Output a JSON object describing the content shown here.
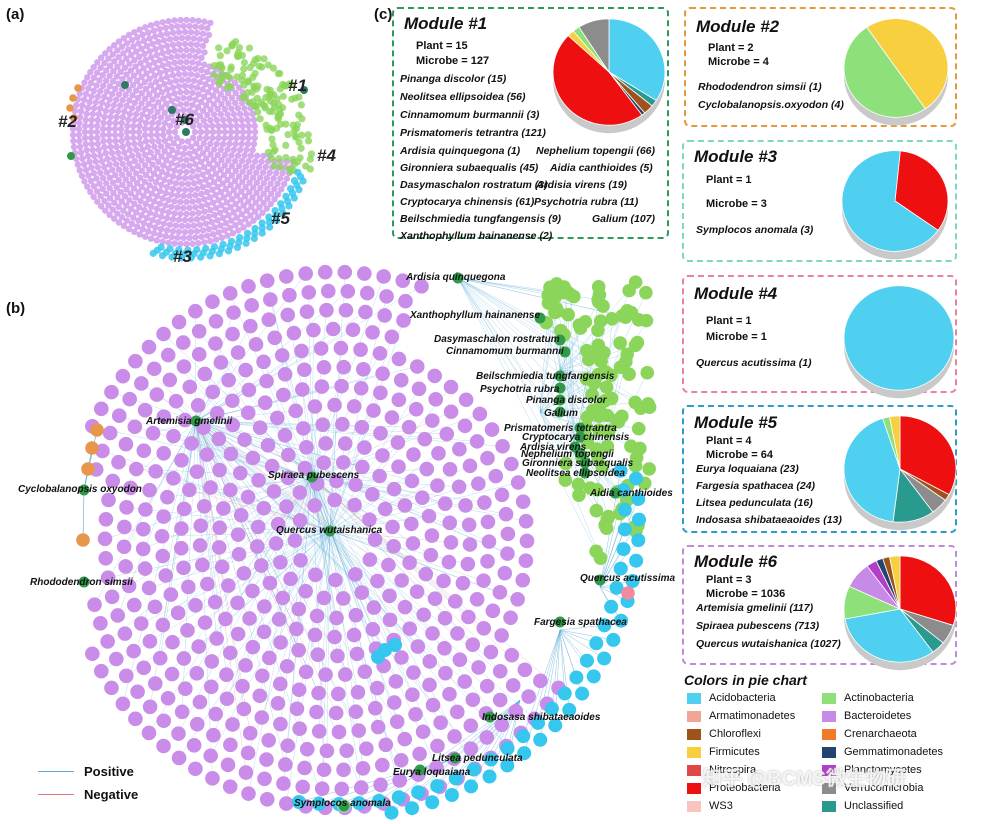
{
  "panels": {
    "a": "(a)",
    "b": "(b)",
    "c": "(c)"
  },
  "panel_a_labels": [
    {
      "key": "m1",
      "text": "#1"
    },
    {
      "key": "m2",
      "text": "#2"
    },
    {
      "key": "m3",
      "text": "#3"
    },
    {
      "key": "m4",
      "text": "#4"
    },
    {
      "key": "m5",
      "text": "#5"
    },
    {
      "key": "m6",
      "text": "#6"
    }
  ],
  "network_labels": [
    "Ardisia quinquegona",
    "Xanthophyllum hainanense",
    "Dasymaschalon rostratum",
    "Cinnamomum burmannii",
    "Beilschmiedia tungfangensis",
    "Psychotria rubra",
    "Pinanga discolor",
    "Galium",
    "Prismatomeris tetrantra",
    "Cryptocarya chinensis",
    "Ardisia virens",
    "Nephelium topengii",
    "Gironniera subaequalis",
    "Neolitsea ellipsoidea",
    "Aidia canthioides",
    "Artemisia gmelinii",
    "Spiraea pubescens",
    "Quercus wutaishanica",
    "Cyclobalanopsis oxyodon",
    "Rhododendron simsii",
    "Quercus acutissima",
    "Fargesia spathacea",
    "Indosasa shibataeaoides",
    "Litsea pedunculata",
    "Eurya loquaiana",
    "Symplocos anomala"
  ],
  "edge_legend": {
    "positive": "Positive",
    "negative": "Negative",
    "positive_color": "#5aa9d6",
    "negative_color": "#e07a7a"
  },
  "modules": [
    {
      "title": "Module #1",
      "border": "#2e9a5a",
      "plant": "Plant = 15",
      "microbe": "Microbe = 127",
      "species": [
        "Pinanga discolor (15)",
        "Neolitsea ellipsoidea (56)",
        "Cinnamomum burmannii (3)",
        "Prismatomeris tetrantra (121)",
        "Ardisia quinquegona (1)",
        "Nephelium topengii (66)",
        "Gironniera subaequalis (45)",
        "Aidia canthioides (5)",
        "Dasymaschalon rostratum (3)",
        "Ardisia virens (19)",
        "Cryptocarya chinensis (61)",
        "Psychotria rubra (11)",
        "Beilschmiedia tungfangensis (9)",
        "Galium (107)",
        "Xanthophyllum hainanense (2)"
      ],
      "pie": [
        {
          "taxon": "Acidobacteria",
          "share": 0.34
        },
        {
          "taxon": "Unclassified",
          "share": 0.02
        },
        {
          "taxon": "Chloroflexi",
          "share": 0.03
        },
        {
          "taxon": "Gemmatimonadetes",
          "share": 0.01
        },
        {
          "taxon": "Proteobacteria",
          "share": 0.47
        },
        {
          "taxon": "Firmicutes",
          "share": 0.02
        },
        {
          "taxon": "Actinobacteria",
          "share": 0.02
        },
        {
          "taxon": "Verrucomicrobia",
          "share": 0.09
        }
      ]
    },
    {
      "title": "Module #2",
      "border": "#e39a3e",
      "plant": "Plant = 2",
      "microbe": "Microbe = 4",
      "species": [
        "Rhododendron simsii (1)",
        "Cyclobalanopsis.oxyodon (4)"
      ],
      "pie": [
        {
          "taxon": "Firmicutes",
          "share": 0.5
        },
        {
          "taxon": "Actinobacteria",
          "share": 0.5
        }
      ]
    },
    {
      "title": "Module #3",
      "border": "#7fd6c4",
      "plant": "Plant = 1",
      "microbe": "Microbe = 3",
      "species": [
        "Symplocos anomala (3)"
      ],
      "pie": [
        {
          "taxon": "Proteobacteria",
          "share": 0.333
        },
        {
          "taxon": "Acidobacteria",
          "share": 0.667
        }
      ]
    },
    {
      "title": "Module #4",
      "border": "#e8839b",
      "plant": "Plant = 1",
      "microbe": "Microbe = 1",
      "species": [
        "Quercus acutissima (1)"
      ],
      "pie": [
        {
          "taxon": "Acidobacteria",
          "share": 1.0
        }
      ]
    },
    {
      "title": "Module #5",
      "border": "#2f9bc9",
      "plant": "Plant = 4",
      "microbe": "Microbe = 64",
      "species": [
        "Eurya loquaiana (23)",
        "Fargesia spathacea (24)",
        "Litsea pedunculata (16)",
        "Indosasa shibataeaoides (13)"
      ],
      "pie": [
        {
          "taxon": "Proteobacteria",
          "share": 0.33
        },
        {
          "taxon": "Chloroflexi",
          "share": 0.02
        },
        {
          "taxon": "Verrucomicrobia",
          "share": 0.05
        },
        {
          "taxon": "Unclassified",
          "share": 0.12
        },
        {
          "taxon": "Acidobacteria",
          "share": 0.43
        },
        {
          "taxon": "Actinobacteria",
          "share": 0.02
        },
        {
          "taxon": "Firmicutes",
          "share": 0.03
        }
      ]
    },
    {
      "title": "Module #6",
      "border": "#c08ad8",
      "plant": "Plant = 3",
      "microbe": "Microbe = 1036",
      "species": [
        "Artemisia gmelinii (117)",
        "Spiraea pubescens (713)",
        "Quercus wutaishanica (1027)"
      ],
      "pie": [
        {
          "taxon": "Proteobacteria",
          "share": 0.3
        },
        {
          "taxon": "Verrucomicrobia",
          "share": 0.06
        },
        {
          "taxon": "Unclassified",
          "share": 0.04
        },
        {
          "taxon": "Acidobacteria",
          "share": 0.32
        },
        {
          "taxon": "Actinobacteria",
          "share": 0.1
        },
        {
          "taxon": "Bacteroidetes",
          "share": 0.08
        },
        {
          "taxon": "Planctomycetes",
          "share": 0.03
        },
        {
          "taxon": "Gemmatimonadetes",
          "share": 0.02
        },
        {
          "taxon": "Chloroflexi",
          "share": 0.02
        },
        {
          "taxon": "Firmicutes",
          "share": 0.03
        }
      ]
    }
  ],
  "legend": {
    "title": "Colors in pie chart",
    "items": [
      {
        "name": "Acidobacteria",
        "color": "#4fd0f0"
      },
      {
        "name": "Actinobacteria",
        "color": "#8ee07a"
      },
      {
        "name": "Armatimonadetes",
        "color": "#f2a596"
      },
      {
        "name": "Bacteroidetes",
        "color": "#c68be6"
      },
      {
        "name": "Chloroflexi",
        "color": "#a0521c"
      },
      {
        "name": "Crenarchaeota",
        "color": "#f07a28"
      },
      {
        "name": "Firmicutes",
        "color": "#f7cf3f"
      },
      {
        "name": "Gemmatimonadetes",
        "color": "#22446e"
      },
      {
        "name": "Nitrospira",
        "color": "#e04848"
      },
      {
        "name": "Planctomycetes",
        "color": "#b23ec9"
      },
      {
        "name": "Proteobacteria",
        "color": "#ee1010"
      },
      {
        "name": "Verrucomicrobia",
        "color": "#8c8c8c"
      },
      {
        "name": "WS3",
        "color": "#f7c4c0"
      },
      {
        "name": "Unclassified",
        "color": "#2a9a8e"
      }
    ]
  },
  "watermark": "知乎 @BCMS微生物研"
}
